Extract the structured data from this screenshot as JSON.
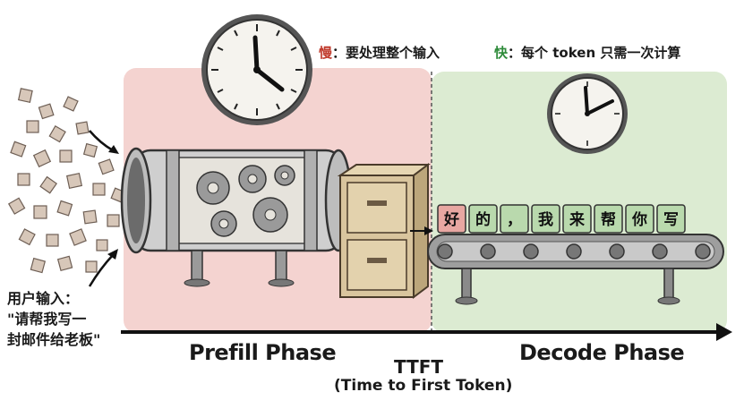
{
  "top_notes": {
    "slow_key": "慢",
    "slow_text": "：要处理整个输入",
    "fast_key": "快",
    "fast_text": "：每个 token 只需一次计算"
  },
  "user_input": {
    "line1": "用户输入：",
    "line2": "\"请帮我写一",
    "line3": "封邮件给老板\""
  },
  "phases": {
    "prefill": "Prefill Phase",
    "decode": "Decode Phase"
  },
  "ttft": {
    "label": "TTFT",
    "expansion": "(Time to First Token)"
  },
  "output_tokens": [
    "好",
    "的",
    "，",
    "我",
    "来",
    "帮",
    "你",
    "写"
  ],
  "colors": {
    "prefill_bg": "#f4d3d0",
    "decode_bg": "#dcebd2",
    "slow_accent": "#c0392b",
    "fast_accent": "#2e8b3a",
    "first_token_fill": "#e8a7a2",
    "token_fill": "#b9d9ad"
  }
}
